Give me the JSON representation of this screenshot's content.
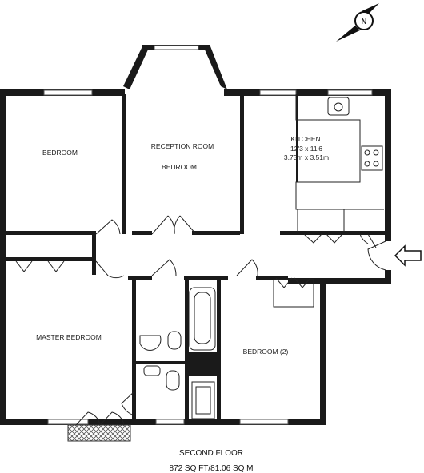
{
  "rooms": {
    "bedroom": "BEDROOM",
    "reception_line1": "RECEPTION ROOM",
    "reception_line2": "BEDROOM",
    "kitchen": "KITCHEN",
    "kitchen_dim_imperial": "12'3 x 11'6",
    "kitchen_dim_metric": "3.73m x 3.51m",
    "master_bedroom": "MASTER BEDROOM",
    "bedroom_2": "BEDROOM (2)"
  },
  "compass": {
    "letter": "N"
  },
  "footer": {
    "floor": "SECOND FLOOR",
    "area": "872 SQ FT/81.06 SQ M"
  },
  "colors": {
    "wall": "#1a1a1a",
    "line": "#222222",
    "hatch": "#555555"
  }
}
